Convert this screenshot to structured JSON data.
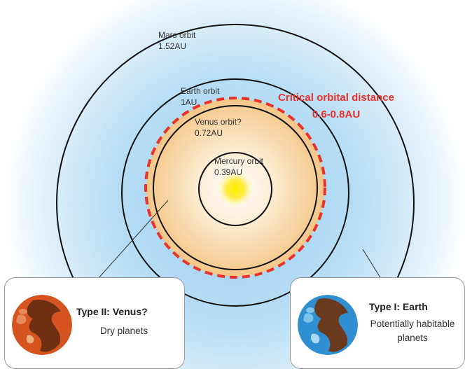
{
  "critical_zone": {
    "title": "Critical orbital distance",
    "range": "0.6-0.8AU",
    "color": "#e8322c"
  },
  "orbits": [
    {
      "name": "Mars orbit",
      "distance": "1.52AU"
    },
    {
      "name": "Earth orbit",
      "distance": "1AU"
    },
    {
      "name": "Venus orbit?",
      "distance": "0.72AU"
    },
    {
      "name": "Mercury orbit",
      "distance": "0.39AU"
    }
  ],
  "callouts": {
    "venus": {
      "title": "Type II: Venus?",
      "description": "Dry planets",
      "icon": "venus-planet-icon"
    },
    "earth": {
      "title": "Type I: Earth",
      "description": "Potentially habitable planets",
      "icon": "earth-planet-icon"
    }
  },
  "colors": {
    "space_glow": "#cfe6f5",
    "inner_zone": "#f5c98a",
    "sun": "#ffe600",
    "orbit_line": "#111111"
  }
}
